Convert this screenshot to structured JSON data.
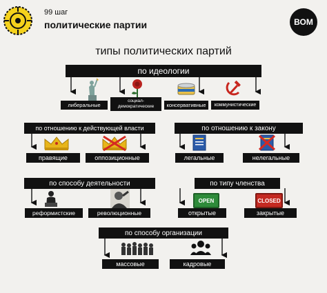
{
  "header": {
    "step": "99 шаг",
    "topic": "политические партии",
    "brand": "ВОМ"
  },
  "title": "типы политических партий",
  "sections": {
    "ideology": {
      "heading": "по идеологии",
      "items": [
        "либеральные",
        "социал-\nдемократические",
        "консервативные",
        "коммунистические"
      ]
    },
    "power": {
      "heading": "по отношению к действующей власти",
      "items": [
        "правящие",
        "оппозиционные"
      ]
    },
    "law": {
      "heading": "по отношению к закону",
      "items": [
        "легальные",
        "нелегальные"
      ]
    },
    "activity": {
      "heading": "по способу деятельности",
      "items": [
        "реформистские",
        "революционные"
      ]
    },
    "membership": {
      "heading": "по типу членства",
      "items": [
        "открытые",
        "закрытые"
      ],
      "signs": [
        "OPEN",
        "CLOSED"
      ]
    },
    "organization": {
      "heading": "по способу организации",
      "items": [
        "массовые",
        "кадровые"
      ]
    }
  },
  "icons": {
    "logo": "yellow-circle-logo-icon",
    "ideology": [
      "statue-of-liberty-icon",
      "rose-icon",
      "canned-food-icon",
      "hammer-and-sickle-icon"
    ],
    "power": [
      "gold-crown-icon",
      "crossed-crown-icon"
    ],
    "law": [
      "document-icon",
      "crossed-document-icon"
    ],
    "activity": [
      "speaker-icon",
      "revolutionary-portrait-icon"
    ],
    "organization": [
      "crowd-icon",
      "people-group-icon"
    ]
  },
  "colors": {
    "background": "#f2f1ee",
    "dark": "#111111",
    "accent_yellow": "#f5d21c",
    "crown_gold": "#e8b51a",
    "open_green": "#2e8b3a",
    "closed_red": "#c42a22"
  }
}
